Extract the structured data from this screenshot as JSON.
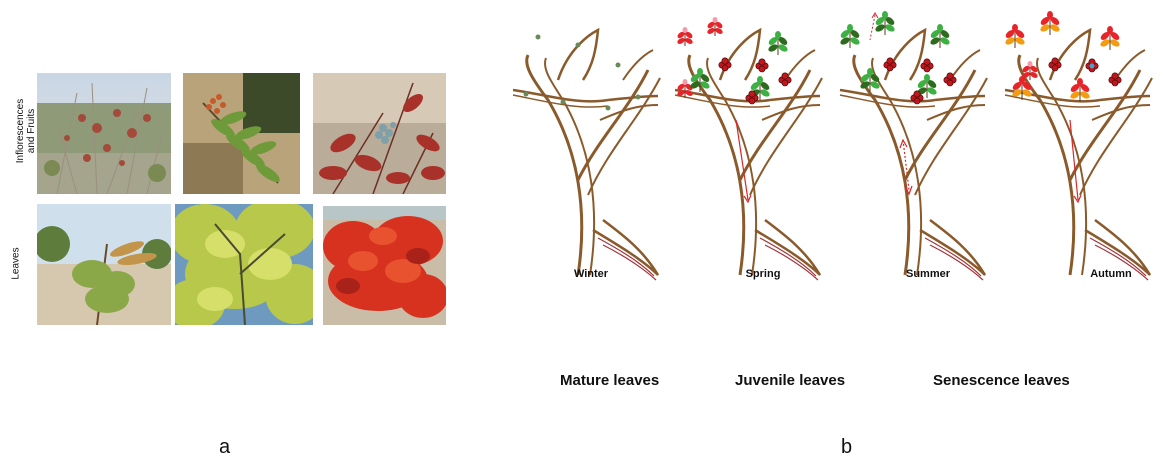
{
  "panel_a": {
    "letter": "a",
    "row_labels": {
      "inflorescences_line1": "Inflorescences",
      "inflorescences_line2": "and Fruits",
      "leaves": "Leaves"
    }
  },
  "panel_b": {
    "letter": "b",
    "seasons": [
      "Winter",
      "Spring",
      "Summer",
      "Autumn"
    ],
    "legend": {
      "mature": "Mature leaves",
      "juvenile": "Juvenile leaves",
      "senescence": "Senescence leaves"
    },
    "colors": {
      "branch": "#8b5a2b",
      "branch_inner": "#f5ecdc",
      "mature_light": "#3cb043",
      "mature_dark": "#2e6b1f",
      "juvenile": "#e8242a",
      "juvenile_light": "#f59aa8",
      "senescence_orange": "#f39c12",
      "fruit": "#c0161c",
      "arrow": "#d9262b"
    }
  }
}
